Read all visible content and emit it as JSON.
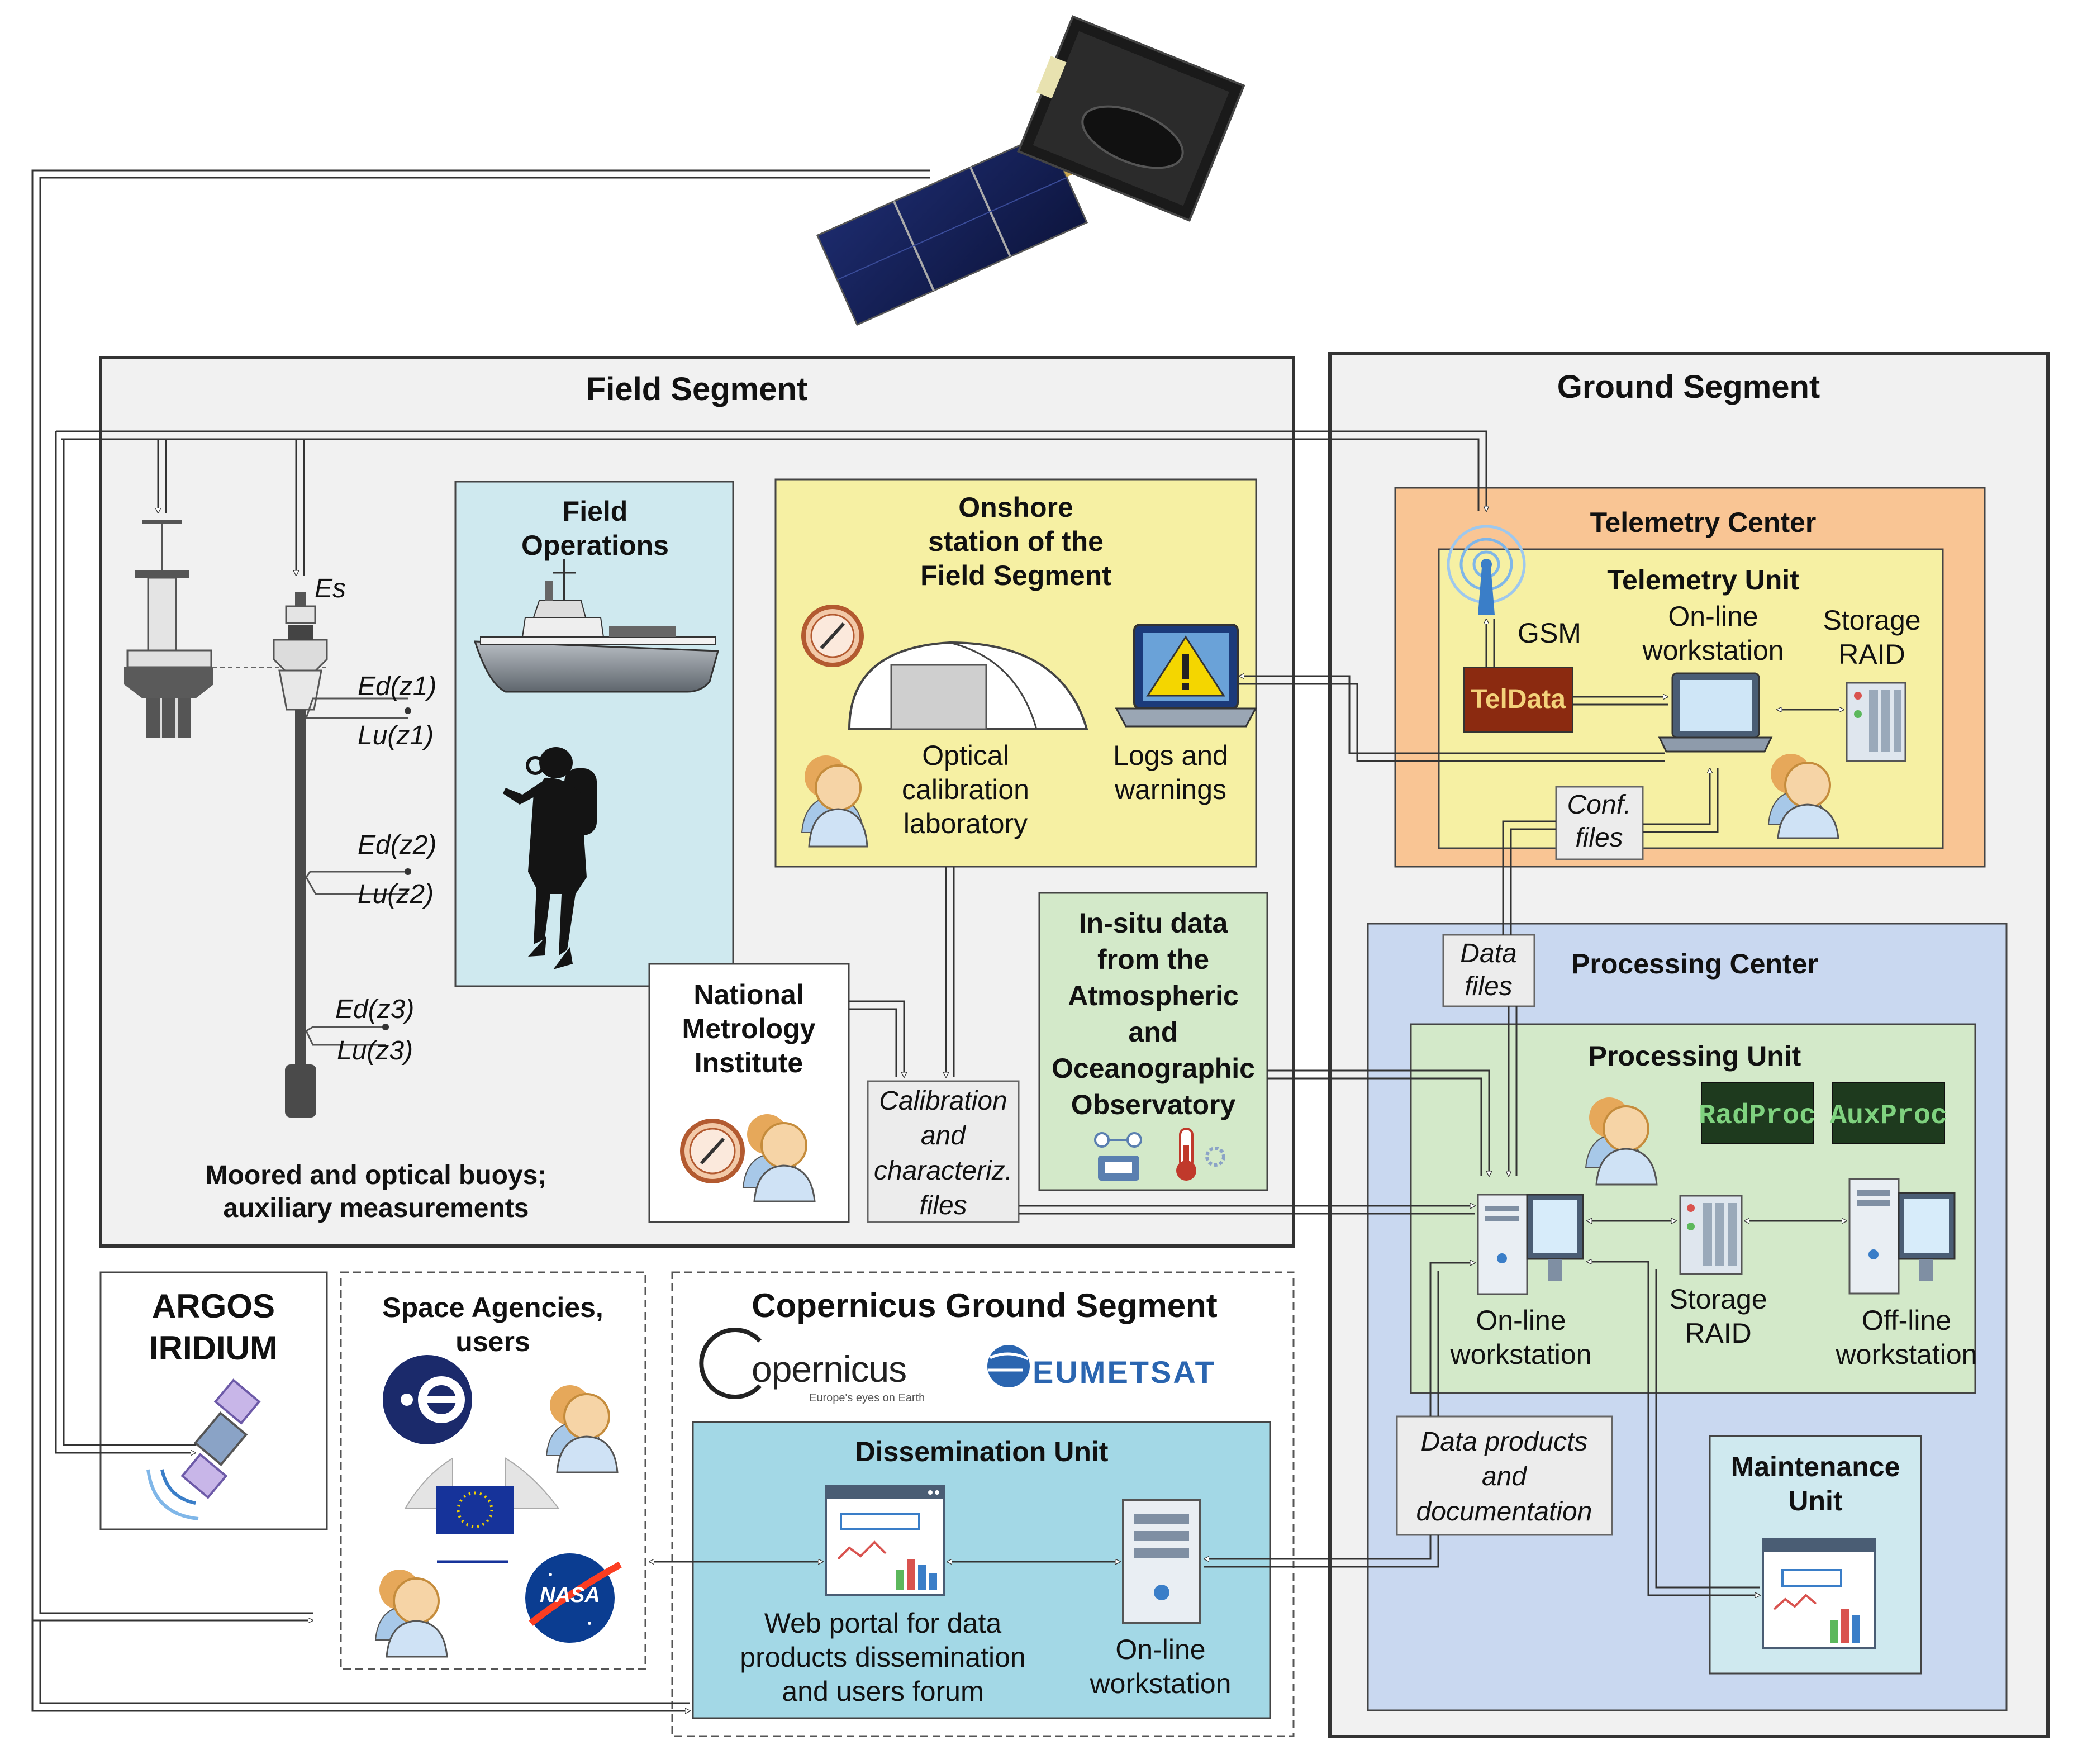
{
  "field_segment": {
    "title": "Field Segment",
    "buoys_caption_line1": "Moored and optical buoys;",
    "buoys_caption_line2": "auxiliary measurements",
    "sensor_labels": [
      "Es",
      "Ed(z1)",
      "Lu(z1)",
      "Ed(z2)",
      "Lu(z2)",
      "Ed(z3)",
      "Lu(z3)"
    ],
    "field_operations": [
      "Field",
      "Operations"
    ],
    "onshore_station": [
      "Onshore",
      "station of the",
      "Field Segment"
    ],
    "optical_lab": [
      "Optical",
      "calibration",
      "laboratory"
    ],
    "logs": [
      "Logs and",
      "warnings"
    ],
    "insitu": [
      "In-situ data",
      "from the",
      "Atmospheric",
      "and",
      "Oceanographic",
      "Observatory"
    ],
    "nmi": [
      "National",
      "Metrology",
      "Institute"
    ],
    "calibration_files": [
      "Calibration",
      "and",
      "characteriz.",
      "files"
    ]
  },
  "ground_segment": {
    "title": "Ground Segment",
    "telemetry_center": "Telemetry Center",
    "telemetry_unit": "Telemetry Unit",
    "gsm": "GSM",
    "teldata": "TelData",
    "online_workstation": [
      "On-line",
      "workstation"
    ],
    "storage_raid": [
      "Storage",
      "RAID"
    ],
    "conf_files": [
      "Conf.",
      "files"
    ],
    "data_files": [
      "Data",
      "files"
    ],
    "processing_center": "Processing Center",
    "processing_unit": "Processing Unit",
    "radproc": "RadProc",
    "auxproc": "AuxProc",
    "pu_online": [
      "On-line",
      "workstation"
    ],
    "pu_storage": [
      "Storage",
      "RAID"
    ],
    "pu_offline": [
      "Off-line",
      "workstation"
    ],
    "data_products": [
      "Data products",
      "and",
      "documentation"
    ],
    "maintenance_unit": [
      "Maintenance",
      "Unit"
    ]
  },
  "argos": [
    "ARGOS",
    "IRIDIUM"
  ],
  "space_agencies": [
    "Space Agencies,",
    "users"
  ],
  "copernicus": {
    "title": "Copernicus Ground Segment",
    "logo_text": "opernicus",
    "logo_tagline": "Europe's eyes on Earth",
    "eumetsat": "EUMETSAT",
    "dissemination_unit": "Dissemination Unit",
    "web_portal": [
      "Web portal for data",
      "products  dissemination",
      "and users forum"
    ],
    "du_online": [
      "On-line",
      "workstation"
    ]
  },
  "logos": {
    "esa": "e",
    "nasa": "NASA",
    "ec": "European Commission"
  },
  "colors": {
    "teal_box": "#cfe9ef",
    "yellow_box": "#f6f0a3",
    "green_box": "#d3e9c9",
    "orange_box": "#f9c594",
    "blue_box": "#c9d8f0",
    "dissemination": "#a3d8e6",
    "teldata": "#8b2a10"
  }
}
